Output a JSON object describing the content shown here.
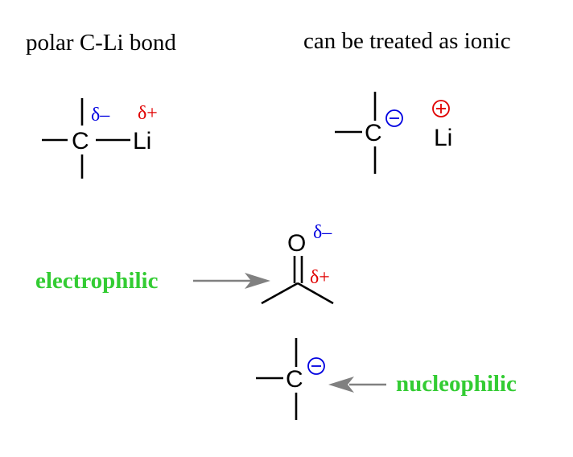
{
  "captions": {
    "left": "polar C-Li bond",
    "right": "can be treated as ionic"
  },
  "atoms": {
    "carbon": "C",
    "lithium": "Li",
    "oxygen": "O"
  },
  "partial_charges": {
    "delta_minus": "δ–",
    "delta_plus": "δ+"
  },
  "labels": {
    "electrophilic": "electrophilic",
    "nucleophilic": "nucleophilic"
  },
  "colors": {
    "partial_negative": "#0000e0",
    "partial_positive": "#e00000",
    "label_green": "#33cc33",
    "arrow_gray": "#808080",
    "bond_black": "#000000"
  }
}
